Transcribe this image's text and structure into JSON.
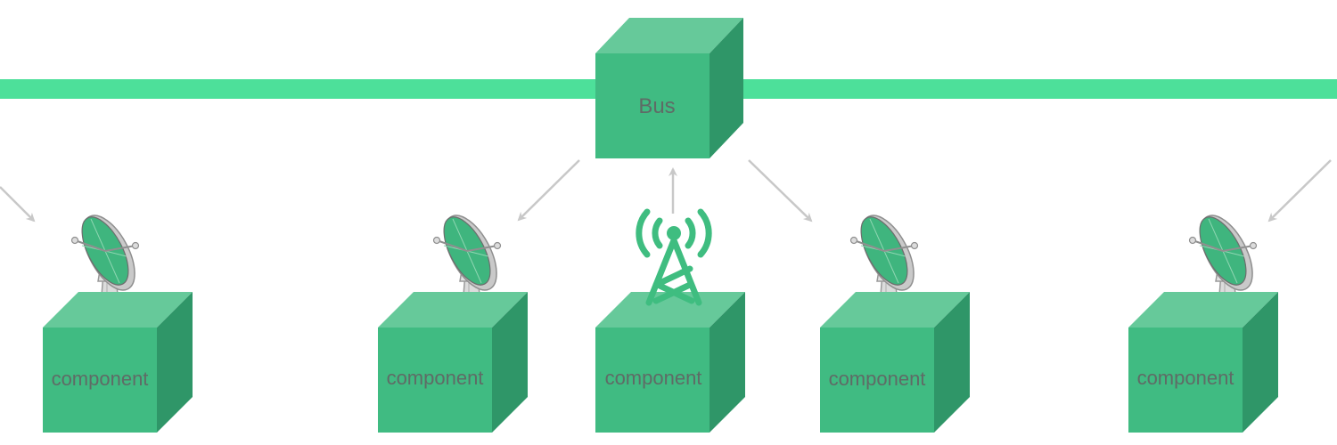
{
  "bus": {
    "label": "Bus"
  },
  "components": [
    {
      "label": "component",
      "device": "satellite-dish"
    },
    {
      "label": "component",
      "device": "satellite-dish"
    },
    {
      "label": "component",
      "device": "radio-tower"
    },
    {
      "label": "component",
      "device": "satellite-dish"
    },
    {
      "label": "component",
      "device": "satellite-dish"
    }
  ],
  "colors": {
    "bus_line": "#4de09a",
    "cube_front": "#40bb82",
    "cube_top": "#66c99a",
    "cube_side": "#2f9668",
    "label_text": "#5f6b66",
    "arrow": "#c8c8c8",
    "tower": "#3fbd80"
  }
}
